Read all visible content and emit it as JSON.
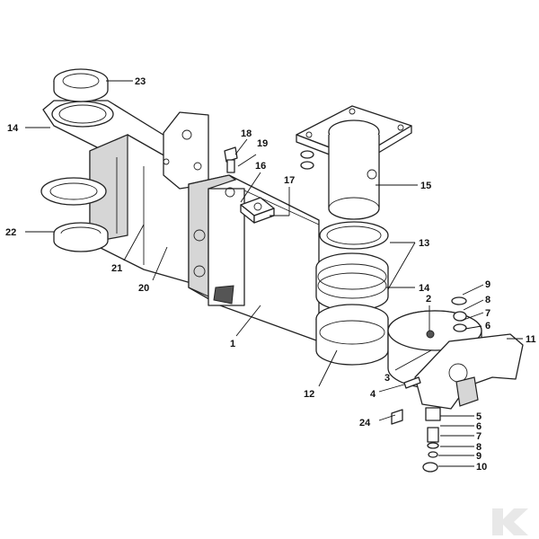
{
  "diagram": {
    "callouts": [
      {
        "id": "c1",
        "label": "1"
      },
      {
        "id": "c2",
        "label": "2"
      },
      {
        "id": "c3",
        "label": "3"
      },
      {
        "id": "c4",
        "label": "4"
      },
      {
        "id": "c5",
        "label": "5"
      },
      {
        "id": "c6a",
        "label": "6"
      },
      {
        "id": "c6b",
        "label": "6"
      },
      {
        "id": "c7a",
        "label": "7"
      },
      {
        "id": "c7b",
        "label": "7"
      },
      {
        "id": "c8a",
        "label": "8"
      },
      {
        "id": "c8b",
        "label": "8"
      },
      {
        "id": "c9a",
        "label": "9"
      },
      {
        "id": "c9b",
        "label": "9"
      },
      {
        "id": "c10",
        "label": "10"
      },
      {
        "id": "c11",
        "label": "11"
      },
      {
        "id": "c12",
        "label": "12"
      },
      {
        "id": "c13",
        "label": "13"
      },
      {
        "id": "c14a",
        "label": "14"
      },
      {
        "id": "c14b",
        "label": "14"
      },
      {
        "id": "c15",
        "label": "15"
      },
      {
        "id": "c16",
        "label": "16"
      },
      {
        "id": "c17",
        "label": "17"
      },
      {
        "id": "c18",
        "label": "18"
      },
      {
        "id": "c19",
        "label": "19"
      },
      {
        "id": "c20",
        "label": "20"
      },
      {
        "id": "c21",
        "label": "21"
      },
      {
        "id": "c22",
        "label": "22"
      },
      {
        "id": "c23",
        "label": "23"
      },
      {
        "id": "c24",
        "label": "24"
      }
    ],
    "logo_icon": "kramp-k-logo-icon"
  }
}
